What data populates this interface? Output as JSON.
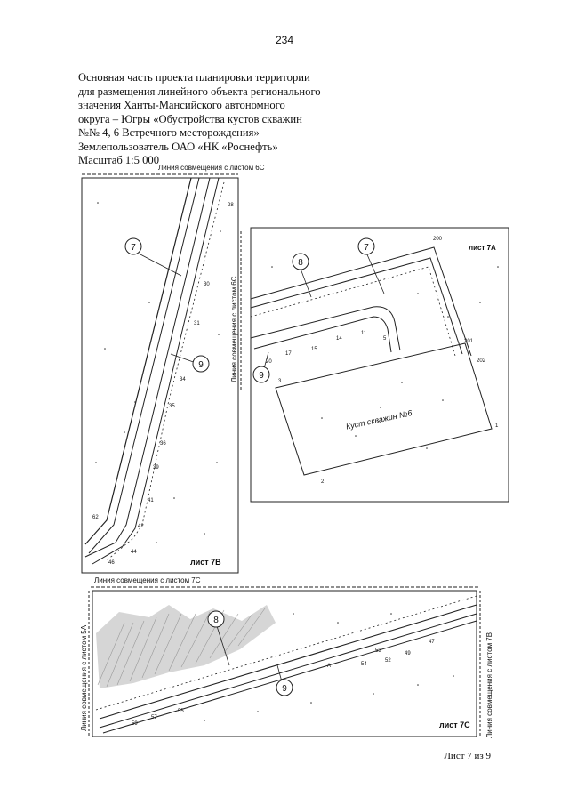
{
  "page_number": "234",
  "header": {
    "lines": [
      "Основная часть проекта планировки территории",
      "для размещения линейного объекта регионального",
      "значения Ханты-Мансийского автономного",
      "округа – Югры «Обустройства кустов скважин",
      "№№ 4, 6 Встречного месторождения»",
      "Землепользователь ОАО «НК «Роснефть»",
      "Масштаб 1:5 000"
    ]
  },
  "map_7b": {
    "top_label": "Линия совмещения с листом 6С",
    "right_label": "Линия совмещения с листом 6С",
    "sheet_label": "лист 7В",
    "circles": [
      "7",
      "9"
    ],
    "points": [
      "28",
      "30",
      "31",
      "34",
      "35",
      "36",
      "39",
      "41",
      "42",
      "44",
      "46",
      "62"
    ]
  },
  "map_7a": {
    "sheet_label": "лист 7А",
    "circles": [
      "7",
      "8",
      "9"
    ],
    "pad_label": "Куст скважин №6",
    "points": [
      "200",
      "201",
      "202",
      "1",
      "2",
      "3",
      "5",
      "11",
      "14",
      "15",
      "17",
      "20"
    ]
  },
  "map_7c": {
    "top_label": "Линия совмещения с листом 7С",
    "left_label": "Линия совмещения с листом 5А",
    "right_label": "Линия совмещения с листом 7В",
    "sheet_label": "лист 7С",
    "circles": [
      "8",
      "9"
    ],
    "points": [
      "47",
      "49",
      "52",
      "53",
      "54",
      "55",
      "57",
      "59",
      "A"
    ]
  },
  "footer": "Лист 7 из 9"
}
